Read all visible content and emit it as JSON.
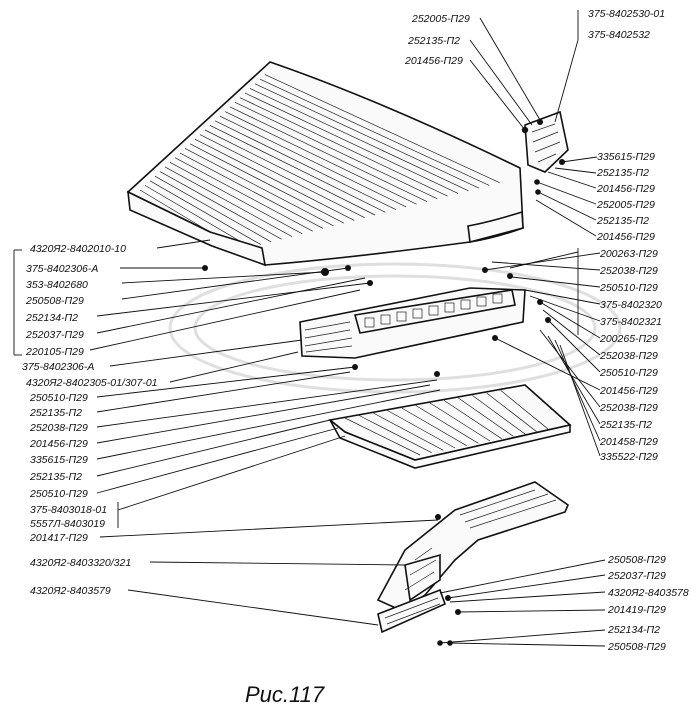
{
  "figure": {
    "caption": "Рис.117"
  },
  "callouts": {
    "right_top": [
      "375-8402530-01",
      "375-8402532"
    ],
    "top_center": [
      "252005-П29",
      "252135-П2",
      "201456-П29"
    ],
    "right_bracket": [
      "335615-П29",
      "252135-П2",
      "201456-П29",
      "252005-П29",
      "252135-П2",
      "201456-П29"
    ],
    "right_frame": [
      "200263-П29",
      "252038-П29",
      "250510-П29",
      "375-8402320",
      "375-8402321",
      "200265-П29",
      "252038-П29",
      "250510-П29",
      "201456-П29",
      "252038-П29",
      "252135-П2",
      "201458-П29",
      "335522-П29"
    ],
    "left_top": [
      "4320Я2-8402010-10"
    ],
    "left_group": [
      "375-8402306-А",
      "353-8402680",
      "250508-П29",
      "252134-П2",
      "252037-П29",
      "220105-П29"
    ],
    "left_mid": [
      "375-8402306-А",
      "4320Я2-8402305-01/307-01",
      "250510-П29",
      "252135-П2",
      "252038-П29",
      "201456-П29",
      "335615-П29",
      "252135-П2",
      "250510-П29"
    ],
    "left_group2": [
      "375-8403018-01",
      "5557Л-8403019"
    ],
    "left_low": [
      "201417-П29",
      "4320Я2-8403320/321",
      "4320Я2-8403579"
    ],
    "right_low": [
      "250508-П29",
      "252037-П29",
      "4320Я2-8403578",
      "201419-П29",
      "252134-П2",
      "250508-П29"
    ]
  }
}
